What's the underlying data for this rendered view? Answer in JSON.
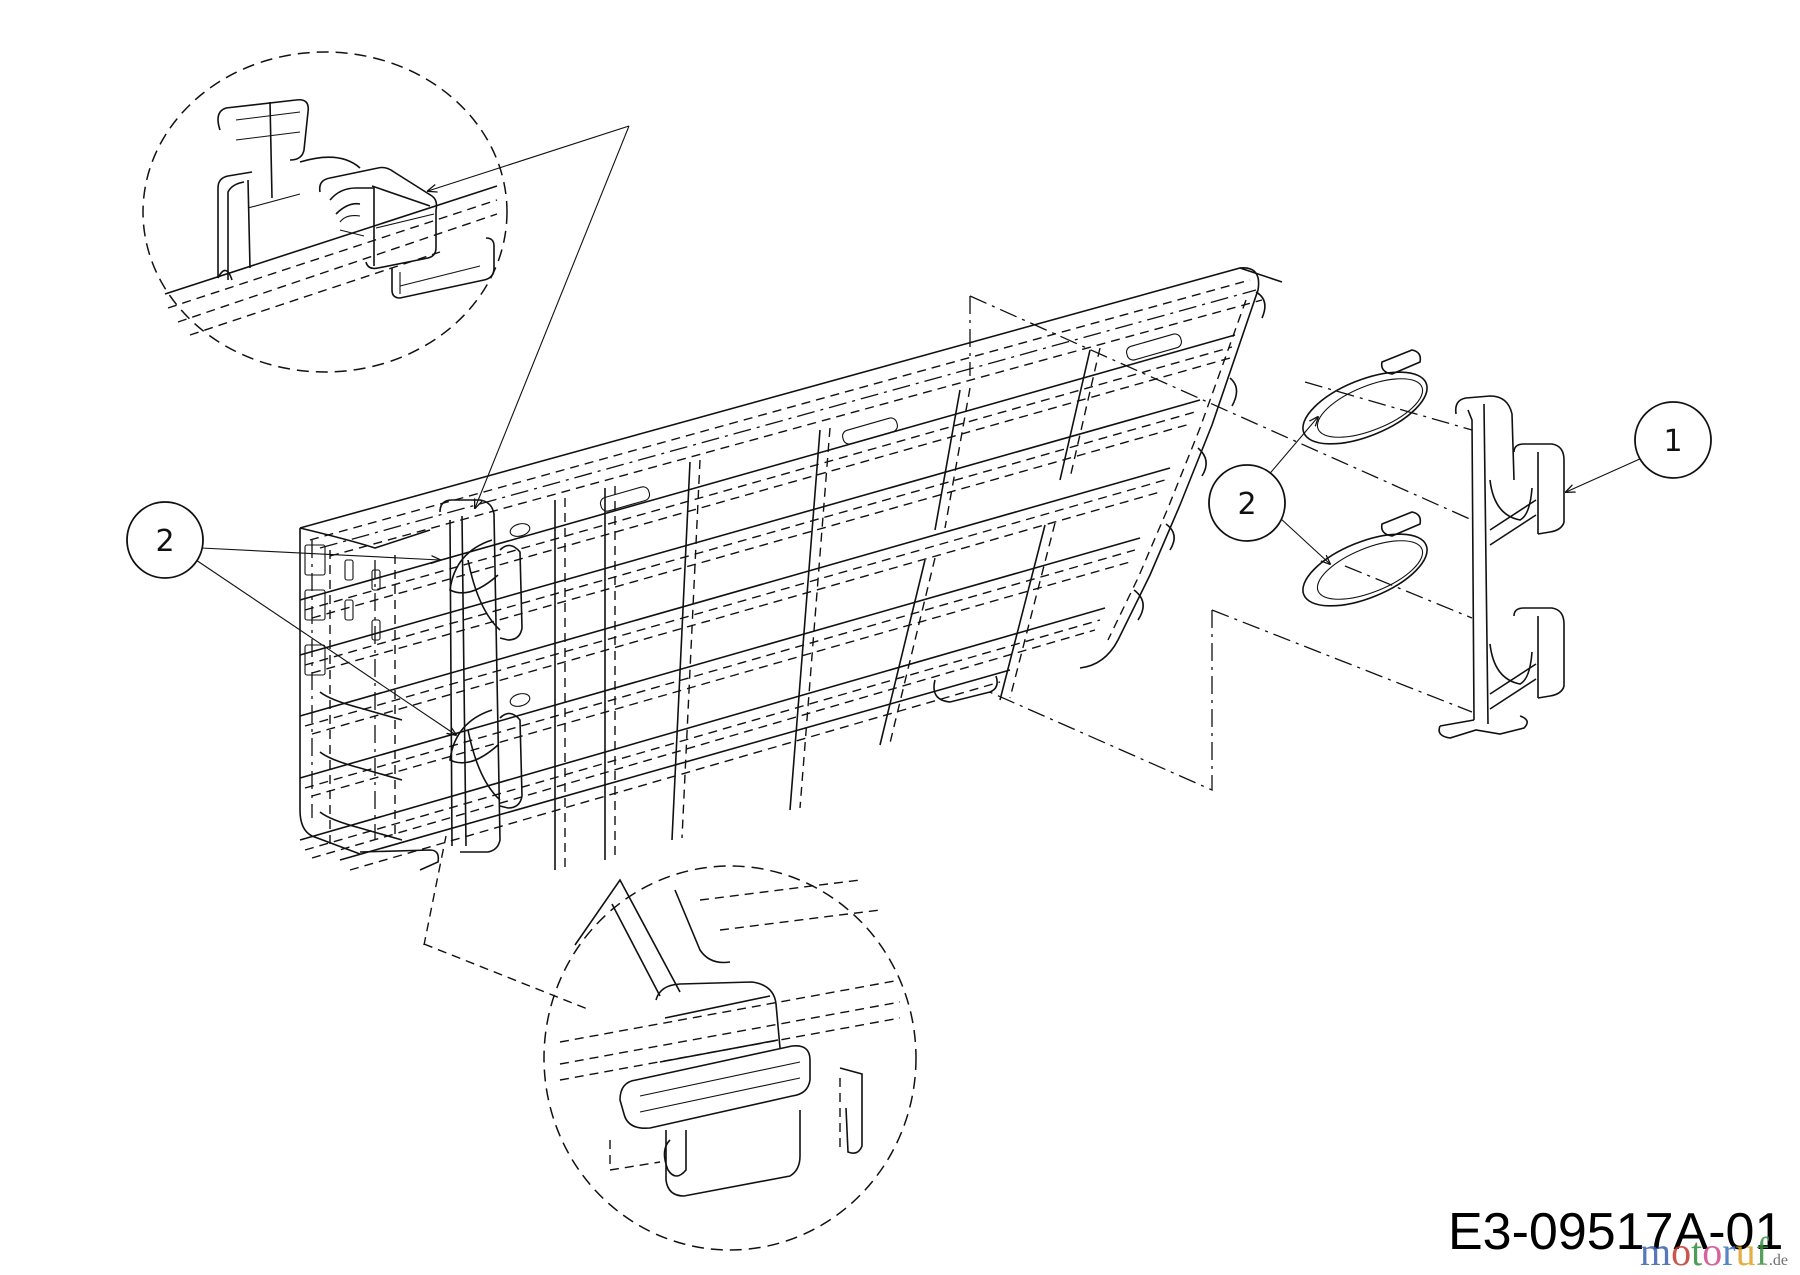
{
  "diagram": {
    "type": "exploded parts diagram",
    "drawing_number": "E3-09517A-01",
    "callouts": [
      {
        "id": "callout-1",
        "label": "1",
        "part": "side clip bracket"
      },
      {
        "id": "callout-2-left",
        "label": "2",
        "part": "hose clamp ring"
      },
      {
        "id": "callout-2-right",
        "label": "2",
        "part": "hose clamp ring"
      }
    ],
    "detail_views": [
      {
        "id": "detail-top",
        "description": "clip attachment detail (upper)"
      },
      {
        "id": "detail-bottom",
        "description": "clip attachment detail (lower)"
      }
    ]
  },
  "watermark": {
    "letters": [
      {
        "ch": "m",
        "color": "#3a5fb0"
      },
      {
        "ch": "o",
        "color": "#c0392b"
      },
      {
        "ch": "t",
        "color": "#2e8b3a"
      },
      {
        "ch": "o",
        "color": "#d04a8a"
      },
      {
        "ch": "r",
        "color": "#3a6fc0"
      },
      {
        "ch": "u",
        "color": "#e0a020"
      },
      {
        "ch": "f",
        "color": "#3a8f40"
      }
    ],
    "suffix": ".de"
  }
}
